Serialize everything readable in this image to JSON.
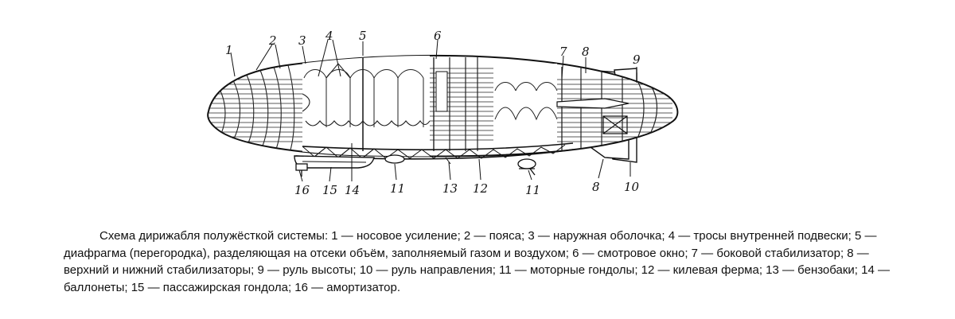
{
  "diagram": {
    "labels": [
      {
        "id": "label-1",
        "text": "1"
      },
      {
        "id": "label-2",
        "text": "2"
      },
      {
        "id": "label-3",
        "text": "3"
      },
      {
        "id": "label-4",
        "text": "4"
      },
      {
        "id": "label-5",
        "text": "5"
      },
      {
        "id": "label-6",
        "text": "6"
      },
      {
        "id": "label-7",
        "text": "7"
      },
      {
        "id": "label-8-top",
        "text": "8"
      },
      {
        "id": "label-9",
        "text": "9"
      },
      {
        "id": "label-16",
        "text": "16"
      },
      {
        "id": "label-15",
        "text": "15"
      },
      {
        "id": "label-14",
        "text": "14"
      },
      {
        "id": "label-11-left",
        "text": "11"
      },
      {
        "id": "label-13",
        "text": "13"
      },
      {
        "id": "label-12",
        "text": "12"
      },
      {
        "id": "label-11-right",
        "text": "11"
      },
      {
        "id": "label-8-bottom",
        "text": "8"
      },
      {
        "id": "label-10",
        "text": "10"
      }
    ]
  },
  "caption": "Схема дирижабля полужёсткой системы: 1 — носовое усиление; 2 — пояса; 3 — наружная оболочка; 4 — тросы внутренней подвески; 5 — диафрагма (перегородка), разделяющая на отсеки объём, заполняемый газом и воздухом; 6 — смотровое окно; 7 — боковой стабилизатор; 8 — верхний и нижний стабилизаторы; 9 — руль высоты; 10 — руль направления; 11 — моторные гондолы; 12 — килевая ферма; 13 — бензобаки; 14 — баллонеты; 15 — пассажирская гондола; 16 — амортизатор."
}
